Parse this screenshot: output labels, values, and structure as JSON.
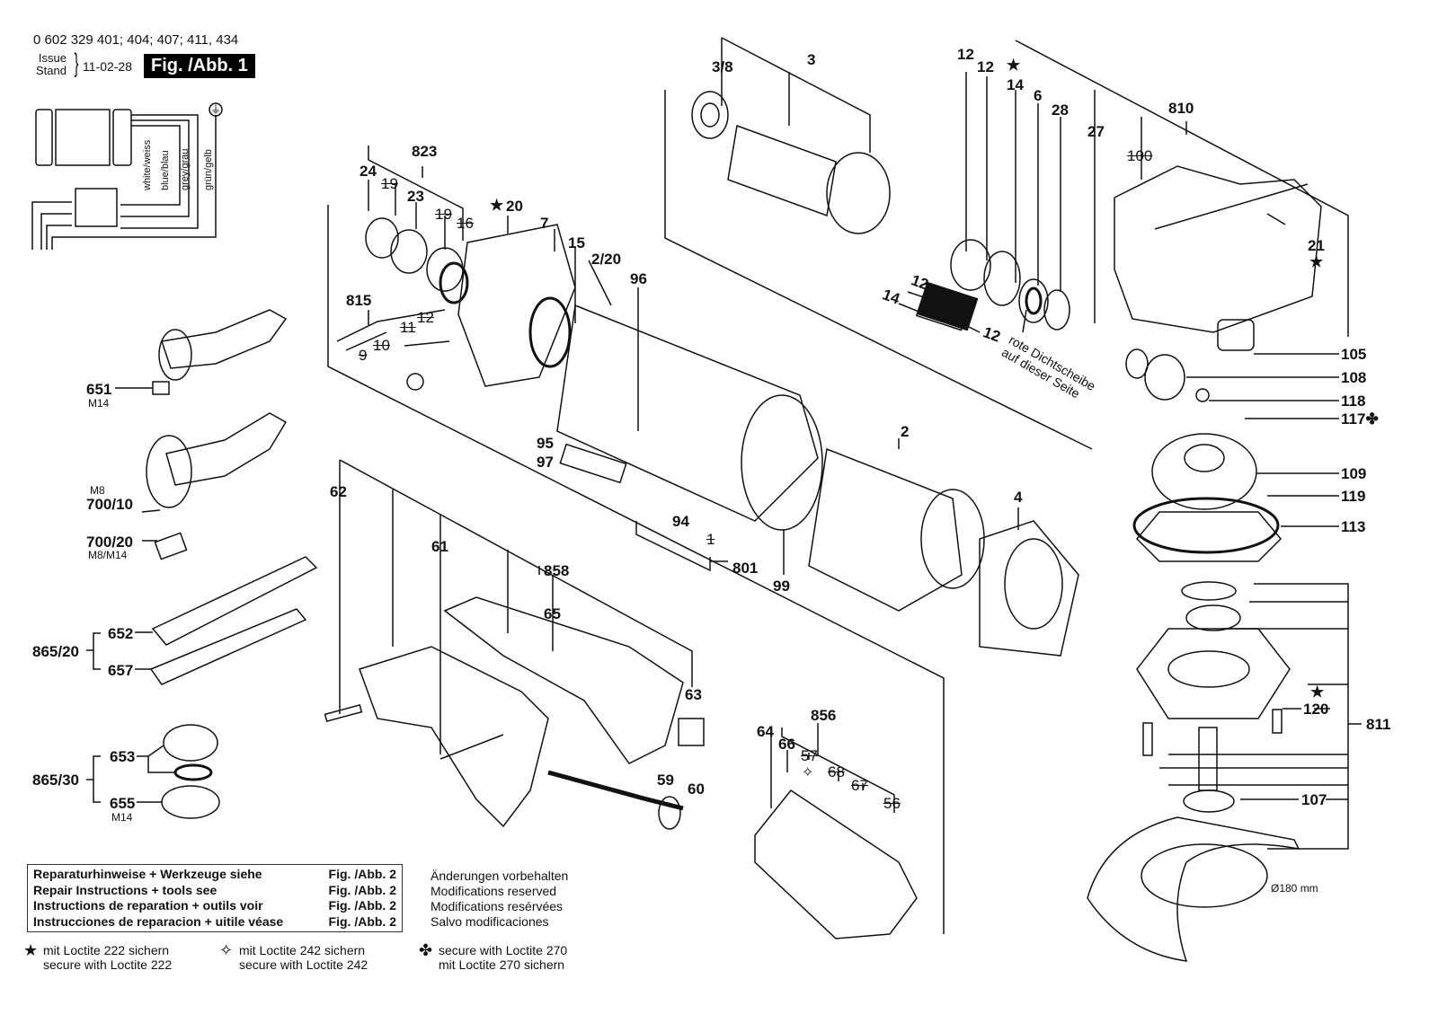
{
  "header": {
    "part_numbers": "0 602 329 401; 404; 407; 411, 434",
    "issue_label_en": "Issue",
    "issue_label_de": "Stand",
    "issue_date": "11-02-28",
    "figure_badge": "Fig. /Abb. 1"
  },
  "wiring": {
    "wires": [
      "white/weiss",
      "blue/blau",
      "grey/grau",
      "grün/gelb"
    ],
    "ground_icon": "ground-symbol"
  },
  "callouts": {
    "c_3_8": "3/8",
    "c_3": "3",
    "c_12a": "12",
    "c_12b": "12",
    "c_14_star": "14",
    "star": "★",
    "c_6": "6",
    "c_28": "28",
    "c_27": "27",
    "c_810": "810",
    "c_100": "100",
    "c_21": "21",
    "c_105": "105",
    "c_108": "108",
    "c_118": "118",
    "c_117": "117",
    "c_109": "109",
    "c_119": "119",
    "c_113": "113",
    "c_120": "120",
    "c_811": "811",
    "c_107": "107",
    "c_dia": "Ø180 mm",
    "c_823": "823",
    "c_24": "24",
    "c_19a": "19",
    "c_23": "23",
    "c_19b": "19",
    "c_16": "16",
    "c_20": "20",
    "c_7": "7",
    "c_15": "15",
    "c_2_20": "2/20",
    "c_96": "96",
    "c_815": "815",
    "c_12c": "12",
    "c_11": "11",
    "c_10": "10",
    "c_9": "9",
    "c_12d": "12",
    "c_14b": "14",
    "c_12e": "12",
    "c_95": "95",
    "c_97": "97",
    "c_94": "94",
    "c_1": "1",
    "c_801": "801",
    "c_99": "99",
    "c_2": "2",
    "c_4": "4",
    "c_62": "62",
    "c_61": "61",
    "c_858": "858",
    "c_65": "65",
    "c_63": "63",
    "c_856": "856",
    "c_64": "64",
    "c_66": "66",
    "c_57": "57",
    "c_68": "68",
    "c_67": "67",
    "c_56": "56",
    "c_59": "59",
    "c_60": "60",
    "c_651": "651",
    "c_651_sub": "M14",
    "c_700_10": "700/10",
    "c_700_10_sub": "M8",
    "c_700_20": "700/20",
    "c_700_20_sub": "M8/M14",
    "c_865_20": "865/20",
    "c_652": "652",
    "c_657": "657",
    "c_865_30": "865/30",
    "c_653": "653",
    "c_655": "655",
    "c_655_sub": "M14"
  },
  "annotation": {
    "line1": "rote Dichtscheibe",
    "line2": "auf dieser Seite"
  },
  "repair_box": {
    "rows": [
      {
        "text": "Reparaturhinweise + Werkzeuge siehe",
        "ref": "Fig. /Abb. 2"
      },
      {
        "text": "Repair Instructions + tools see",
        "ref": "Fig. /Abb. 2"
      },
      {
        "text": "Instructions de reparation + outils voir",
        "ref": "Fig. /Abb. 2"
      },
      {
        "text": "Instrucciones de reparacion + uitile véase",
        "ref": "Fig. /Abb. 2"
      }
    ]
  },
  "modifications": [
    "Änderungen vorbehalten",
    "Modifications reserved",
    "Modifications resérvées",
    "Salvo modificaciones"
  ],
  "legend": [
    {
      "symbol": "★",
      "icon": "filled-star",
      "line1": "mit Loctite 222 sichern",
      "line2": "secure with Loctite 222"
    },
    {
      "symbol": "✧",
      "icon": "outline-star",
      "line1": "mit Loctite 242 sichern",
      "line2": "secure with Loctite 242"
    },
    {
      "symbol": "✤",
      "icon": "clover",
      "line1": "secure with Loctite 270",
      "line2": "mit Loctite 270 sichern"
    }
  ]
}
